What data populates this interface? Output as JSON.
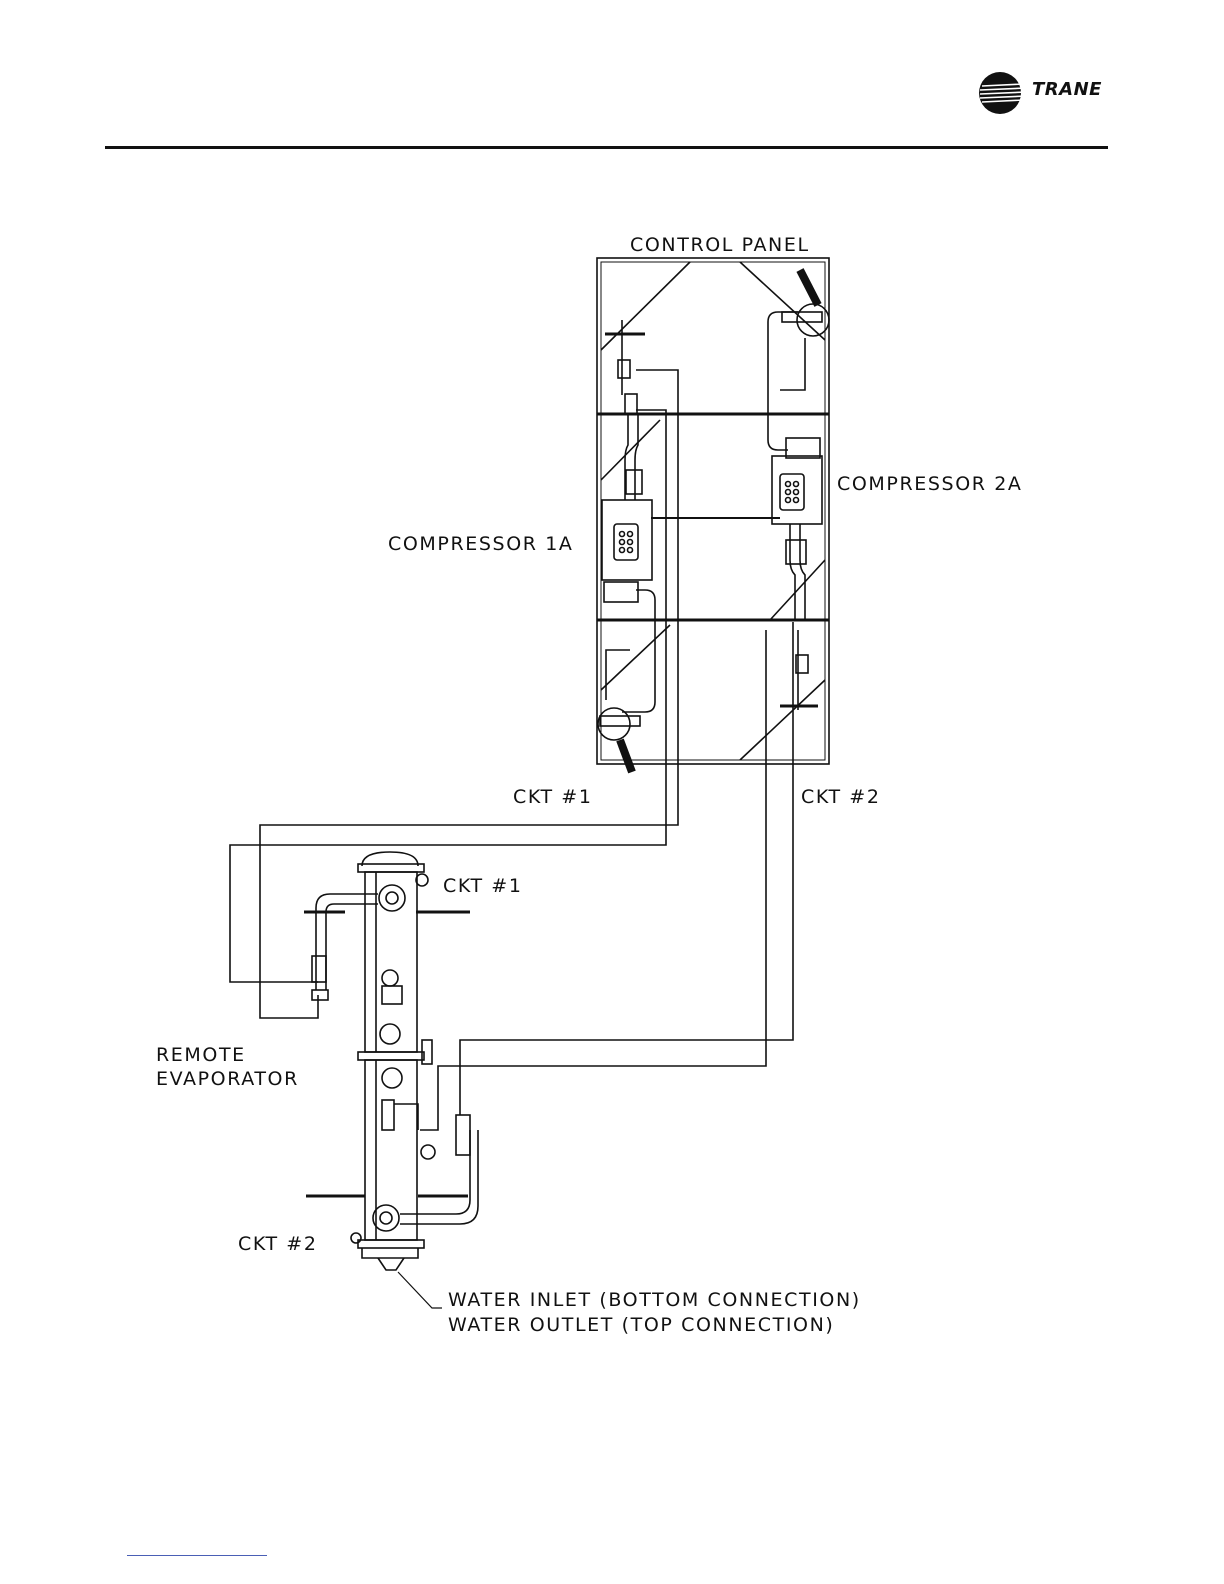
{
  "brand": {
    "logo_text": "TRANE"
  },
  "labels": {
    "control_panel": "CONTROL PANEL",
    "compressor_2a": "COMPRESSOR 2A",
    "compressor_1a": "COMPRESSOR 1A",
    "ckt1_top": "CKT #1",
    "ckt2_top": "CKT #2",
    "ckt1_evap": "CKT #1",
    "remote_evaporator_line1": "REMOTE",
    "remote_evaporator_line2": "EVAPORATOR",
    "ckt2_bottom": "CKT #2",
    "water_inlet": "WATER INLET (BOTTOM CONNECTION)",
    "water_outlet": "WATER OUTLET (TOP CONNECTION)"
  }
}
